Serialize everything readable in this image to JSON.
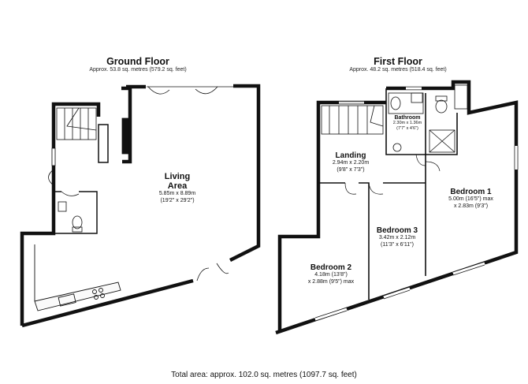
{
  "ground_floor": {
    "title": "Ground Floor",
    "area": "Approx. 53.8 sq. metres (579.2 sq. feet)",
    "living": {
      "name_line1": "Living",
      "name_line2": "Area",
      "dim_metric": "5.85m x 8.89m",
      "dim_imperial": "(19'2\" x 29'2\")"
    }
  },
  "first_floor": {
    "title": "First Floor",
    "area": "Approx. 48.2 sq. metres (518.4 sq. feet)",
    "bathroom": {
      "name": "Bathroom",
      "dim_metric": "2.30m x 1.36m",
      "dim_imperial": "(7'7\" x 4'6\")"
    },
    "landing": {
      "name": "Landing",
      "dim_metric": "2.94m x 2.20m",
      "dim_imperial": "(9'8\" x 7'3\")"
    },
    "bedroom1": {
      "name": "Bedroom 1",
      "dim_line1": "5.00m (16'5\") max",
      "dim_line2": "x 2.83m (9'3\")"
    },
    "bedroom2": {
      "name": "Bedroom 2",
      "dim_line1": "4.18m (13'8\")",
      "dim_line2": "x 2.88m (9'5\") max"
    },
    "bedroom3": {
      "name": "Bedroom 3",
      "dim_metric": "3.42m x 2.12m",
      "dim_imperial": "(11'3\" x 6'11\")"
    }
  },
  "total_area": "Total area: approx. 102.0 sq. metres (1097.7 sq. feet)"
}
